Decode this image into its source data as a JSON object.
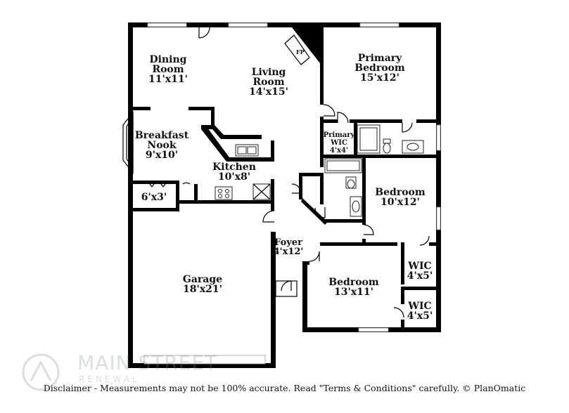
{
  "rooms": {
    "dining": {
      "name_line1": "Dining",
      "name_line2": "Room",
      "dims": "11'x11'"
    },
    "living": {
      "name_line1": "Living",
      "name_line2": "Room",
      "dims": "14'x15'"
    },
    "primary_bed": {
      "name_line1": "Primary",
      "name_line2": "Bedroom",
      "dims": "15'x12'"
    },
    "breakfast": {
      "name_line1": "Breakfast",
      "name_line2": "Nook",
      "dims": "9'x10'"
    },
    "kitchen": {
      "name": "Kitchen",
      "dims": "10'x8'"
    },
    "primary_wic": {
      "name_line1": "Primary",
      "name_line2": "WIC",
      "dims": "4'x4'"
    },
    "bedroom2": {
      "name": "Bedroom",
      "dims": "10'x12'"
    },
    "closet": {
      "dims": "6'x3'"
    },
    "foyer": {
      "name": "Foyer",
      "dims": "4'x12'"
    },
    "garage": {
      "name": "Garage",
      "dims": "18'x21'"
    },
    "bedroom3": {
      "name": "Bedroom",
      "dims": "13'x11'"
    },
    "wic1": {
      "name": "WIC",
      "dims": "4'x5'"
    },
    "wic2": {
      "name": "WIC",
      "dims": "4'x5'"
    }
  },
  "fireplace_label": "FP",
  "watermark": {
    "line1": "MAIN STREET",
    "line2": "RENEWAL"
  },
  "disclaimer": "Disclaimer - Measurements may not be 100% accurate. Read \"Terms & Conditions\" carefully. © PlanOmatic"
}
